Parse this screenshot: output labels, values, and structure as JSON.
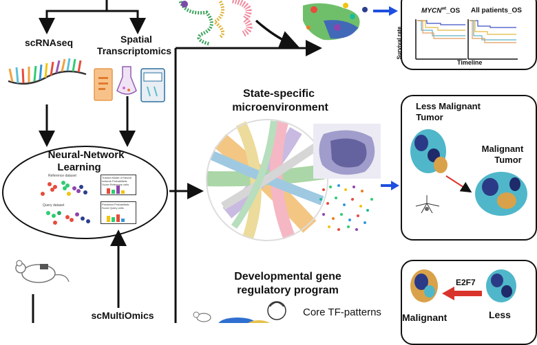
{
  "left": {
    "scrnaseq": "scRNAseq",
    "spatial_line1": "Spatial",
    "spatial_line2": "Transcriptomics",
    "nn_line1": "Neural-Network",
    "nn_line2": "Learning",
    "reference_dataset": "Reference dataset",
    "query_dataset": "Query dataset",
    "trained_model": "Trained Model of Neural network Probabilistic Score Reference cells",
    "predicted": "Predicted Probabilistic Score Query cells",
    "scmultiomics": "scMultiOmics"
  },
  "survival": {
    "plot1_title_italic": "MYCN",
    "plot1_title_sup": "wt",
    "plot1_title_rest": "_OS",
    "plot2_title": "All patients_OS",
    "ylabel": "Survival rate",
    "xlabel": "Timeline"
  },
  "center": {
    "micro_line1": "State-specific",
    "micro_line2": "microenvironment",
    "grn_line1": "Developmental gene",
    "grn_line2": "regulatory program",
    "core_tf": "Core TF-patterns"
  },
  "right": {
    "less_line1": "Less Malignant",
    "less_line2": "Tumor",
    "mal_line1": "Malignant",
    "mal_line2": "Tumor",
    "e2f7": "E2F7",
    "bottom_malignant": "Malignant",
    "bottom_less": "Less"
  },
  "colors": {
    "arrow_blue": "#1f4fe0",
    "arrow_red": "#d9342b"
  }
}
